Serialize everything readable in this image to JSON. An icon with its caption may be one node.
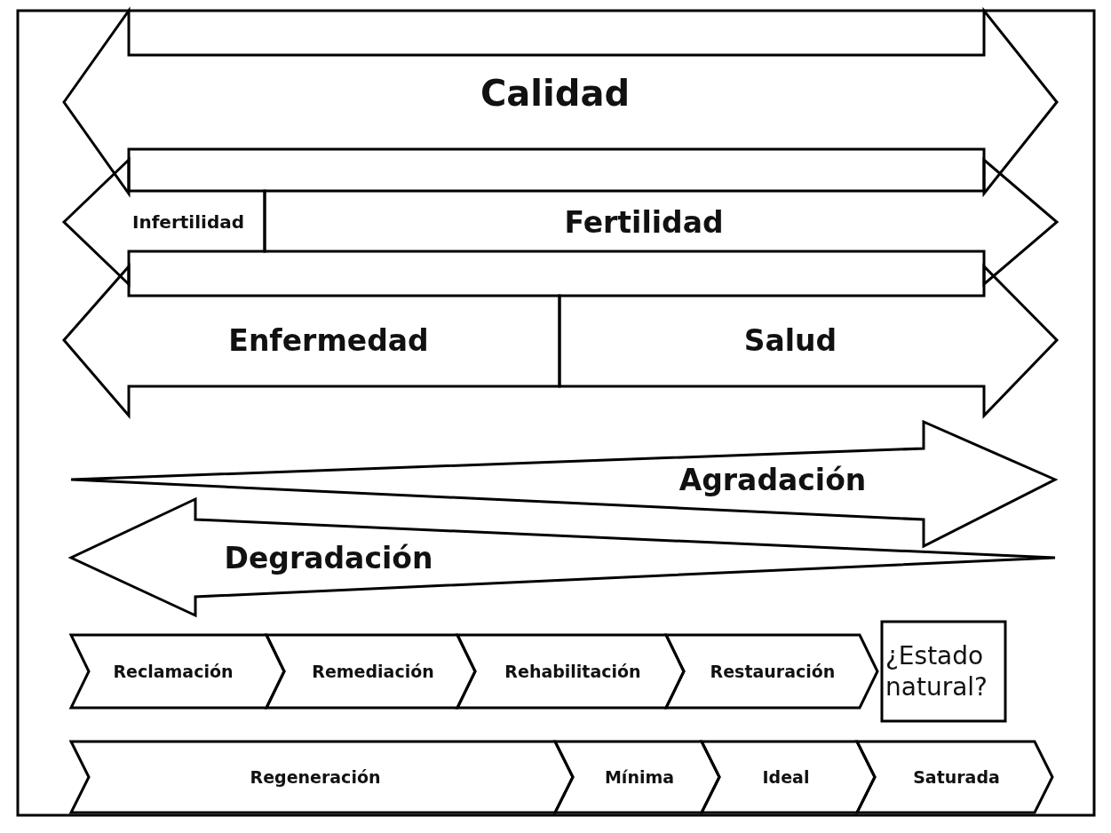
{
  "diagram": {
    "nodes": [
      {
        "text": [
          "Calidad"
        ]
      },
      {
        "text": [
          "Infertilidad"
        ]
      },
      {
        "text": [
          "Fertilidad"
        ]
      },
      {
        "text": [
          "Enfermedad"
        ]
      },
      {
        "text": [
          "Salud"
        ]
      },
      {
        "text": [
          "Agradación"
        ]
      },
      {
        "text": [
          "Degradación"
        ]
      },
      {
        "text": [
          "Reclamación"
        ]
      },
      {
        "text": [
          "Remediación"
        ]
      },
      {
        "text": [
          "Rehabilitación"
        ]
      },
      {
        "text": [
          "Restauración"
        ]
      },
      {
        "text": [
          "¿Estado natural?"
        ]
      },
      {
        "text": [
          "Regeneración"
        ]
      },
      {
        "text": [
          "Mínima"
        ]
      },
      {
        "text": [
          "Ideal"
        ]
      },
      {
        "text": [
          "Saturada"
        ]
      }
    ]
  }
}
